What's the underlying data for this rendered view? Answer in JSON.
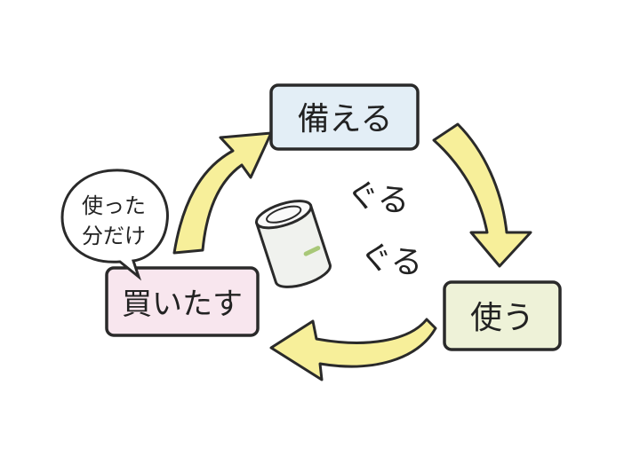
{
  "diagram": {
    "nodes": {
      "prepare": {
        "label": "備える",
        "fill": "#e3eef6"
      },
      "use": {
        "label": "使う",
        "fill": "#eef2d8"
      },
      "restock": {
        "label": "買いたす",
        "fill": "#f8e6ee"
      }
    },
    "bubble": {
      "line1": "使った",
      "line2": "分だけ"
    },
    "center": {
      "word1": "ぐる",
      "word2": "ぐる"
    },
    "colors": {
      "arrow": "#f7ef9a",
      "stroke": "#2a2a2a",
      "can_body": "#f0f2ee",
      "can_mark": "#a8c878"
    }
  }
}
